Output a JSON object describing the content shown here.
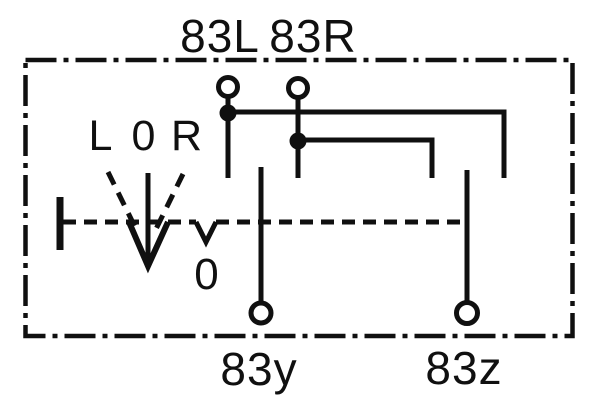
{
  "colors": {
    "ink": "#101010",
    "paper": "#ffffff"
  },
  "schematic": {
    "description": "switch-wiring-diagram",
    "top_terminals": [
      {
        "label": "83L"
      },
      {
        "label": "83R"
      }
    ],
    "bottom_terminals": [
      {
        "label": "83y"
      },
      {
        "label": "83z"
      }
    ],
    "lever_positions": [
      {
        "label": "L"
      },
      {
        "label": "0"
      },
      {
        "label": "R"
      }
    ],
    "neutral_position_label": "0"
  }
}
